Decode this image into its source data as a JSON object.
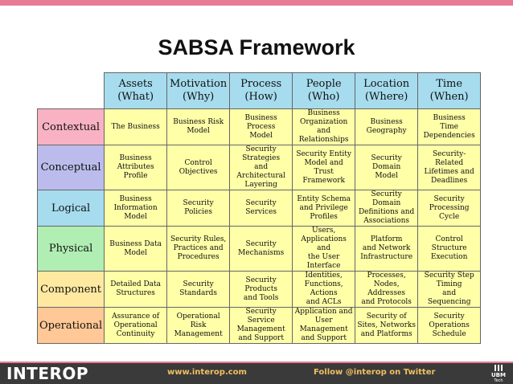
{
  "header": {
    "title": "SABSA Framework"
  },
  "table": {
    "columns": [
      "Assets\n(What)",
      "Motivation\n(Why)",
      "Process\n(How)",
      "People\n(Who)",
      "Location\n(Where)",
      "Time\n(When)"
    ],
    "rows": [
      {
        "label": "Contextual",
        "cells": [
          "The Business",
          "Business Risk\nModel",
          "Business\nProcess\nModel",
          "Business\nOrganization and\nRelationships",
          "Business\nGeography",
          "Business\nTime\nDependencies"
        ]
      },
      {
        "label": "Conceptual",
        "cells": [
          "Business\nAttributes\nProfile",
          "Control\nObjectives",
          "Security Strategies\nand Architectural\nLayering",
          "Security Entity\nModel and\nTrust Framework",
          "Security Domain\nModel",
          "Security-Related\nLifetimes and\nDeadlines"
        ]
      },
      {
        "label": "Logical",
        "cells": [
          "Business\nInformation\nModel",
          "Security\nPolicies",
          "Security\nServices",
          "Entity Schema\nand Privilege\nProfiles",
          "Security Domain\nDefinitions and\nAssociations",
          "Security\nProcessing\nCycle"
        ]
      },
      {
        "label": "Physical",
        "cells": [
          "Business Data\nModel",
          "Security Rules,\nPractices and\nProcedures",
          "Security\nMechanisms",
          "Users,\nApplications and\nthe User Interface",
          "Platform\nand Network\nInfrastructure",
          "Control\nStructure\nExecution"
        ]
      },
      {
        "label": "Component",
        "cells": [
          "Detailed Data\nStructures",
          "Security\nStandards",
          "Security\nProducts\nand Tools",
          "Identities,\nFunctions, Actions\nand ACLs",
          "Processes,\nNodes, Addresses\nand Protocols",
          "Security Step\nTiming\nand Sequencing"
        ]
      },
      {
        "label": "Operational",
        "cells": [
          "Assurance of\nOperational\nContinuity",
          "Operational\nRisk\nManagement",
          "Security Service\nManagement\nand Support",
          "Application and\nUser Management\nand Support",
          "Security of\nSites, Networks\nand Platforms",
          "Security\nOperations\nSchedule"
        ]
      }
    ]
  },
  "colors": {
    "top_bar": "#e87a96",
    "column_header": "#a6dcee",
    "cell": "#ffffa8",
    "contextual": "#f8b2c4",
    "conceptual": "#bcbcec",
    "logical": "#a6dcee",
    "physical": "#b0eeb4",
    "component": "#ffe9a0",
    "operational": "#ffc896",
    "footer": "#3a3a3a",
    "footer_text": "#f0c060"
  },
  "footer": {
    "logo": "INTEROP",
    "site": "www.interop.com",
    "follow": "Follow @interop on Twitter",
    "ubm_logo": "UBM",
    "ubm_sub": "Tech"
  }
}
